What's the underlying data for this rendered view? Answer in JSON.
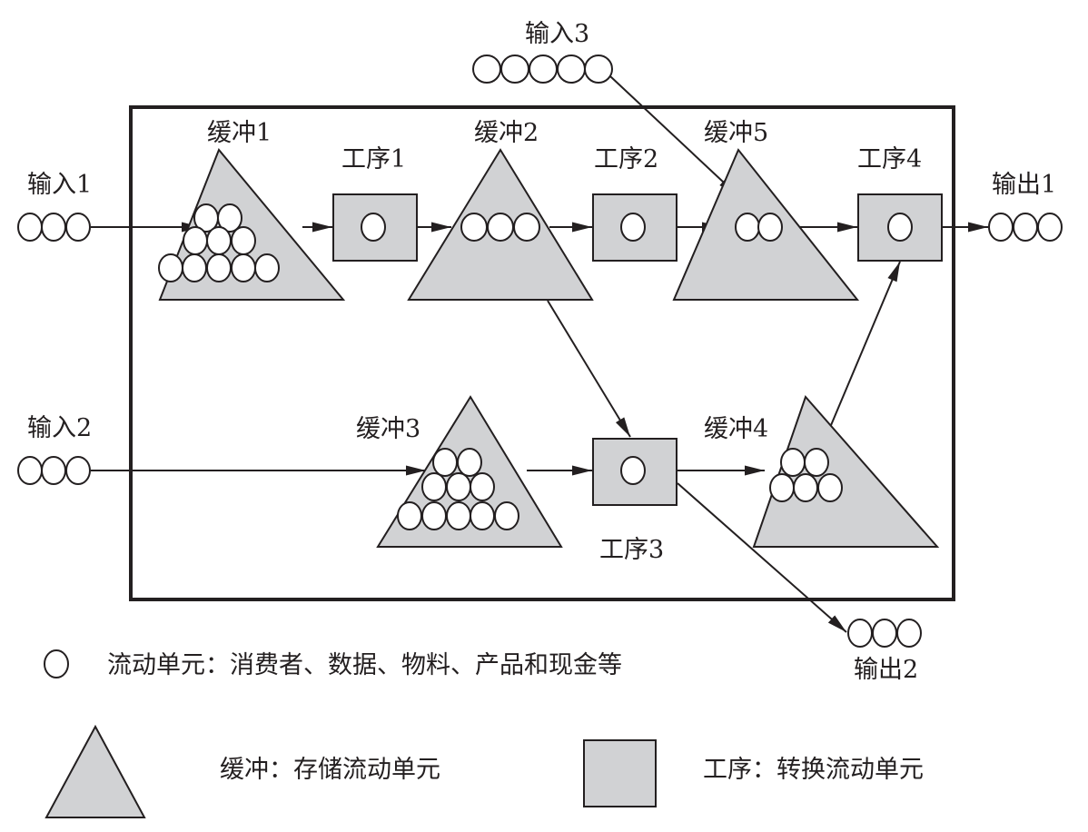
{
  "diagram": {
    "title": "",
    "inputs": [
      {
        "id": "input1",
        "label": "输入1",
        "units": 3
      },
      {
        "id": "input2",
        "label": "输入2",
        "units": 3
      },
      {
        "id": "input3",
        "label": "输入3",
        "units": 5
      }
    ],
    "outputs": [
      {
        "id": "output1",
        "label": "输出1",
        "units": 3
      },
      {
        "id": "output2",
        "label": "输出2",
        "units": 3
      }
    ],
    "buffers": [
      {
        "id": "buffer1",
        "label": "缓冲1",
        "units": 10
      },
      {
        "id": "buffer2",
        "label": "缓冲2",
        "units": 3
      },
      {
        "id": "buffer3",
        "label": "缓冲3",
        "units": 10
      },
      {
        "id": "buffer4",
        "label": "缓冲4",
        "units": 5
      },
      {
        "id": "buffer5",
        "label": "缓冲5",
        "units": 2
      }
    ],
    "processes": [
      {
        "id": "process1",
        "label": "工序1",
        "units": 1
      },
      {
        "id": "process2",
        "label": "工序2",
        "units": 1
      },
      {
        "id": "process3",
        "label": "工序3",
        "units": 1
      },
      {
        "id": "process4",
        "label": "工序4",
        "units": 1
      }
    ],
    "edges": [
      {
        "from": "input1",
        "to": "buffer1"
      },
      {
        "from": "buffer1",
        "to": "process1"
      },
      {
        "from": "process1",
        "to": "buffer2"
      },
      {
        "from": "buffer2",
        "to": "process2"
      },
      {
        "from": "process2",
        "to": "buffer5"
      },
      {
        "from": "input3",
        "to": "buffer5"
      },
      {
        "from": "buffer5",
        "to": "process4"
      },
      {
        "from": "process4",
        "to": "output1"
      },
      {
        "from": "buffer2",
        "to": "process3"
      },
      {
        "from": "input2",
        "to": "buffer3"
      },
      {
        "from": "buffer3",
        "to": "process3"
      },
      {
        "from": "process3",
        "to": "buffer4"
      },
      {
        "from": "process3",
        "to": "output2"
      },
      {
        "from": "buffer4",
        "to": "process4"
      }
    ]
  },
  "legend": {
    "flow_unit": "流动单元：消费者、数据、物料、产品和现金等",
    "buffer": "缓冲：存储流动单元",
    "process": "工序：转换流动单元"
  },
  "colors": {
    "shape_fill": "#d1d2d4",
    "stroke": "#231f20",
    "unit_fill": "#ffffff"
  }
}
